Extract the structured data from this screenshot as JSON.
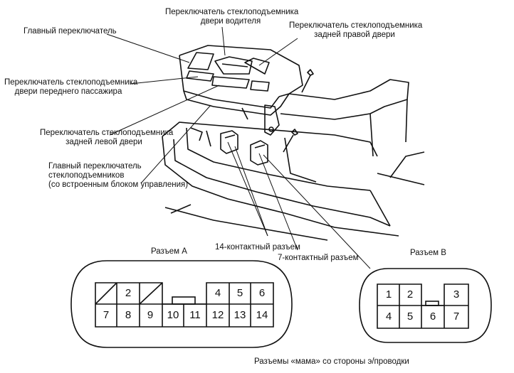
{
  "labels": {
    "driver_switch": [
      "Переключатель стеклоподъемника",
      "двери водителя"
    ],
    "main_switch": "Главный переключатель",
    "rear_right": [
      "Переключатель стеклоподъемника",
      "задней правой двери"
    ],
    "front_passenger": [
      "Переключатель стеклоподъемника",
      "двери переднего пассажира"
    ],
    "rear_left": [
      "Переключатель стеклоподъемника",
      "задней левой двери"
    ],
    "master_unit": [
      "Главный переключатель",
      "стеклоподъемников",
      "(со встроенным блоком управления)"
    ],
    "connector_14": "14-контактный разъем",
    "connector_7": "7-контактный разъем",
    "connector_a": "Разъем A",
    "connector_b": "Разъем B",
    "footer": "Разъемы «мама» со стороны э/проводки"
  },
  "connector_a_pins": {
    "top": [
      "",
      "2",
      "",
      "",
      "",
      "4",
      "5",
      "6"
    ],
    "bottom": [
      "7",
      "8",
      "9",
      "10",
      "11",
      "12",
      "13",
      "14"
    ]
  },
  "connector_b_pins": {
    "top": [
      "1",
      "2",
      "",
      "3"
    ],
    "bottom": [
      "4",
      "5",
      "6",
      "7"
    ]
  }
}
